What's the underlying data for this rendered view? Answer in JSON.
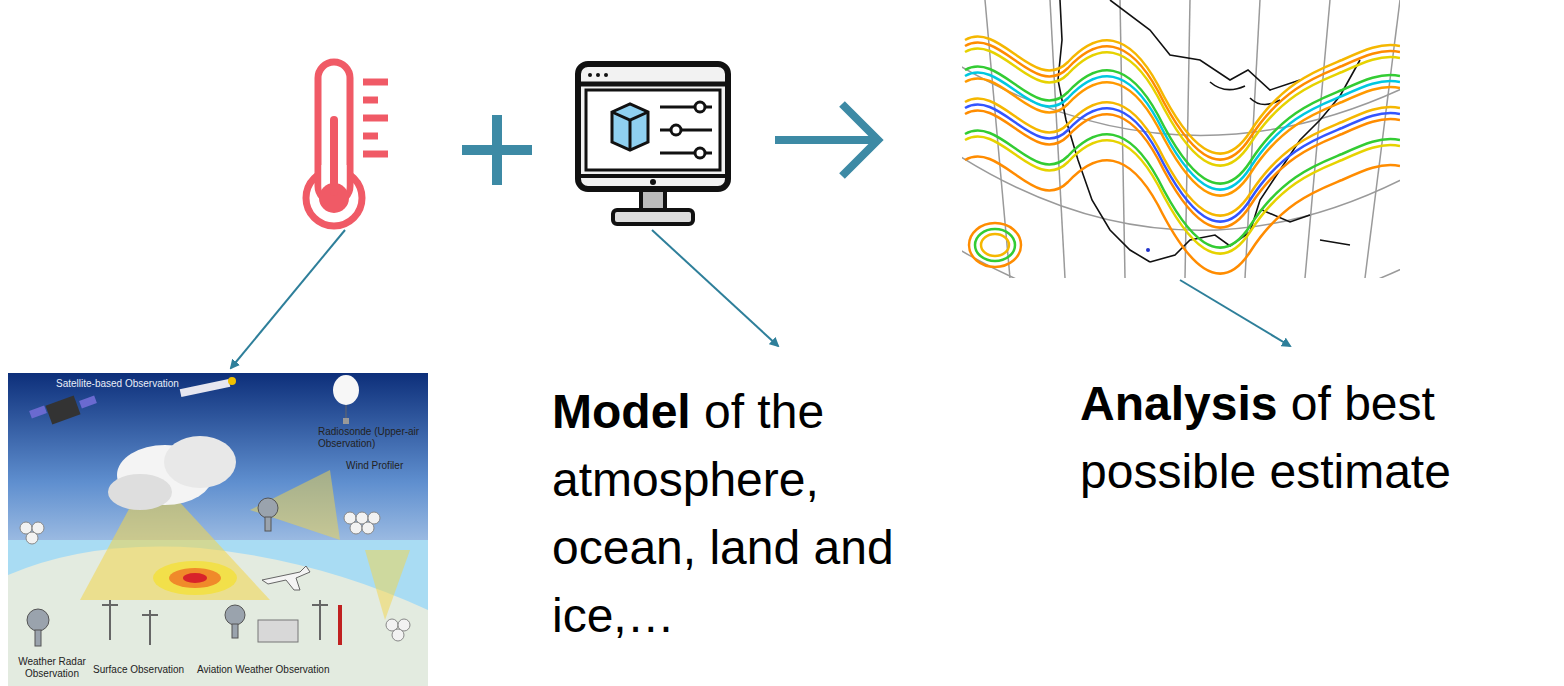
{
  "diagram": {
    "labels": [
      "Satellite-based Observation",
      "Radiosonde (Upper-air Observation)",
      "Wind Profiler",
      "Weather Radar Observation",
      "Surface Observation",
      "Aviation Weather Observation",
      "Model",
      "of the atmosphere, ocean, land and ice,…",
      "Analysis",
      "of best possible estimate"
    ]
  }
}
